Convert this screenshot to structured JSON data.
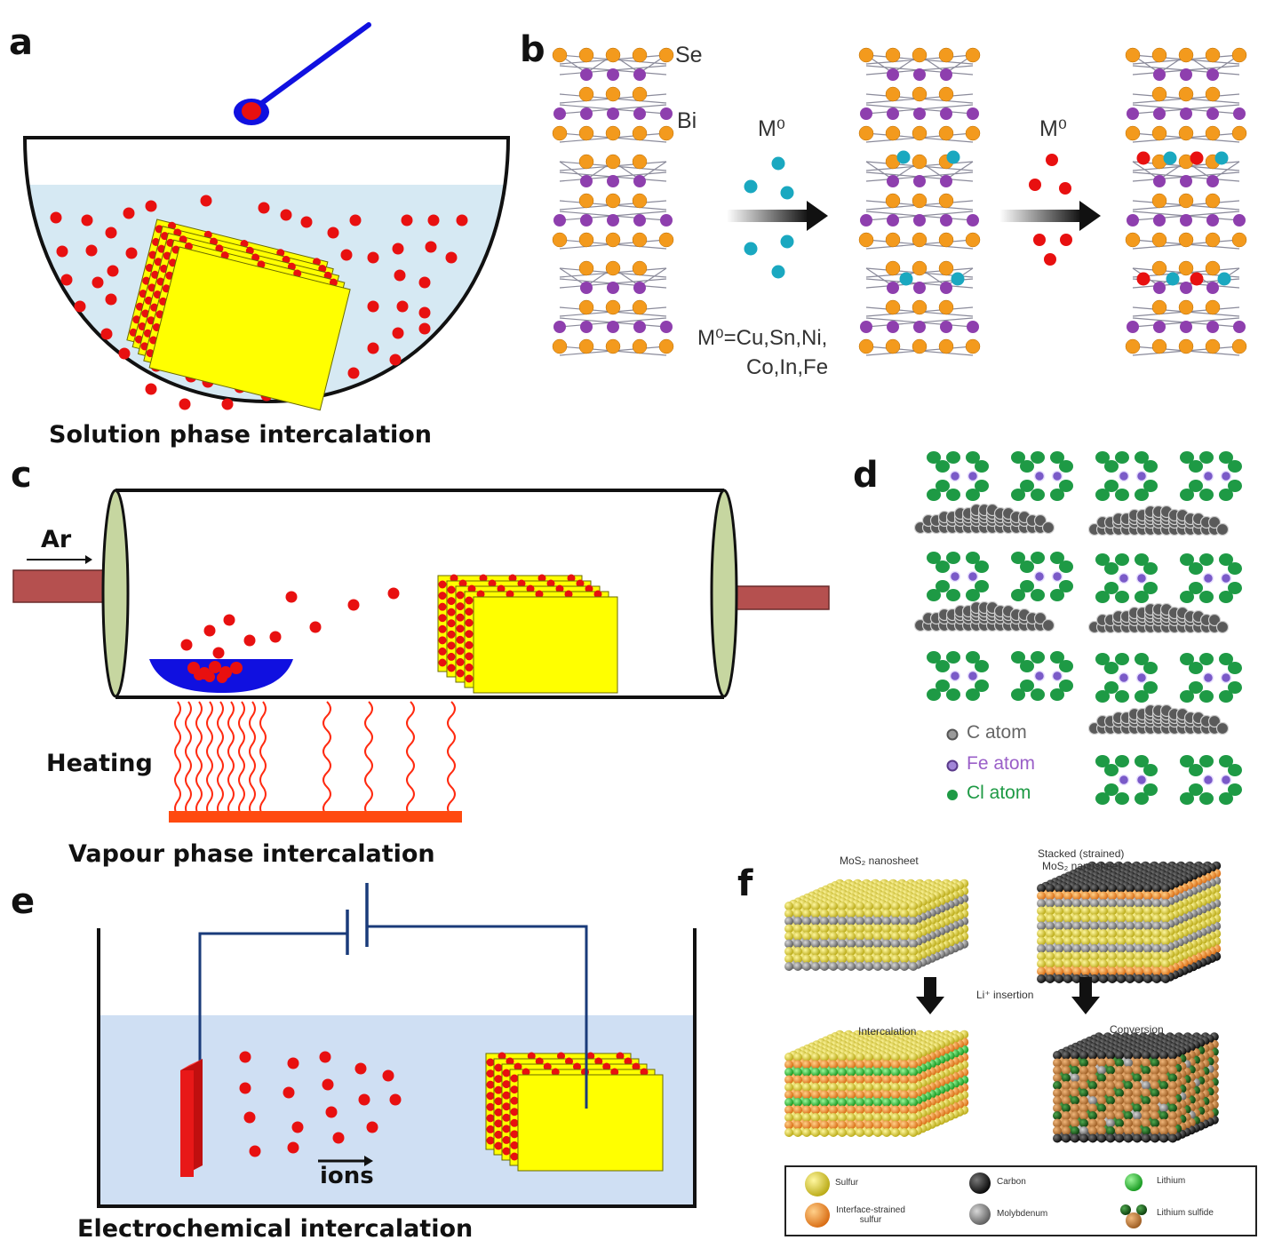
{
  "panels": {
    "a": {
      "label": "a",
      "caption": "Solution phase intercalation"
    },
    "b": {
      "label": "b",
      "atom_labels": {
        "se": "Se",
        "bi": "Bi"
      },
      "reagent_label_1": "M⁰",
      "reagent_label_2": "M⁰",
      "reagent_list_line1": "M⁰=Cu,Sn,Ni,",
      "reagent_list_line2": "Co,In,Fe"
    },
    "c": {
      "label": "c",
      "gas_label": "Ar",
      "heating_label": "Heating",
      "caption": "Vapour phase intercalation"
    },
    "d": {
      "label": "d",
      "legend": [
        {
          "name": "C atom",
          "color": "#707070"
        },
        {
          "name": "Fe atom",
          "color": "#8a5bc0"
        },
        {
          "name": "Cl atom",
          "color": "#1e9a45"
        }
      ]
    },
    "e": {
      "label": "e",
      "ions_label": "ions",
      "caption": "Electrochemical intercalation"
    },
    "f": {
      "label": "f",
      "top_left_title": "MoS₂ nanosheet",
      "top_right_title_line1": "Stacked (strained)",
      "top_right_title_line2": "MoS₂ nanosheet",
      "arrow_label": "Li⁺ insertion",
      "bottom_left_title": "Intercalation",
      "bottom_right_title": "Conversion",
      "legend": [
        {
          "name": "Sulfur",
          "color": "#e8d83a"
        },
        {
          "name": "Carbon",
          "color": "#111111"
        },
        {
          "name": "Lithium",
          "color": "#39c43c"
        },
        {
          "name": "Interface-strained sulfur",
          "color": "#f2952e"
        },
        {
          "name": "Molybdenum",
          "color": "#8c8c8c"
        },
        {
          "name": "Lithium sulfide",
          "color": "#c98440"
        }
      ]
    }
  },
  "colors": {
    "ion": "#e81010",
    "sheet": "#ffff00",
    "liquid": "#d6e9f3",
    "spoon": "#1010e0",
    "se_atom": "#f39a1d",
    "bi_atom": "#8e3fae",
    "cyan_atom": "#1aa8c0",
    "tube_end": "#c6d6a0",
    "pipe": "#b5504f",
    "heat": "#ff2a10",
    "wire": "#1a3b7a",
    "electrode": "#e01515"
  }
}
